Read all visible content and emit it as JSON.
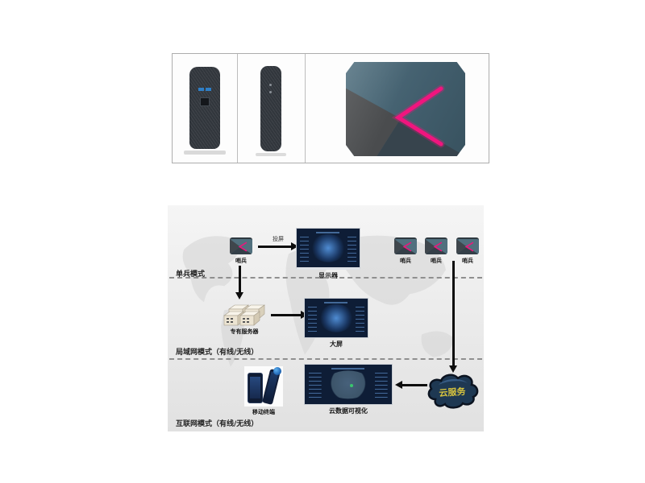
{
  "gallery": {
    "views": [
      "side-view-with-ports",
      "side-view-profile",
      "top-view-with-logo"
    ],
    "brand_accent": "#f0157e"
  },
  "diagram": {
    "rows": [
      {
        "mode_label": "单兵模式"
      },
      {
        "mode_label": "局域网模式（有线/无线）"
      },
      {
        "mode_label": "互联网模式（有线/无线）"
      }
    ],
    "labels": {
      "sentinel": "哨兵",
      "cast": "投屏",
      "display": "显示器",
      "server": "专有服务器",
      "big_screen": "大屏",
      "mobile": "移动终端",
      "cloud_viz": "云数据可视化",
      "cloud_service": "云服务"
    },
    "colors": {
      "device_teal": "#46606e",
      "accent_pink": "#f0157e",
      "screen_navy": "#0e1d36",
      "cloud_navy": "#1e3852",
      "cloud_text_yellow": "#d6c33e",
      "server_beige": "#efe8d8",
      "arrow_black": "#0d0d0d"
    }
  }
}
